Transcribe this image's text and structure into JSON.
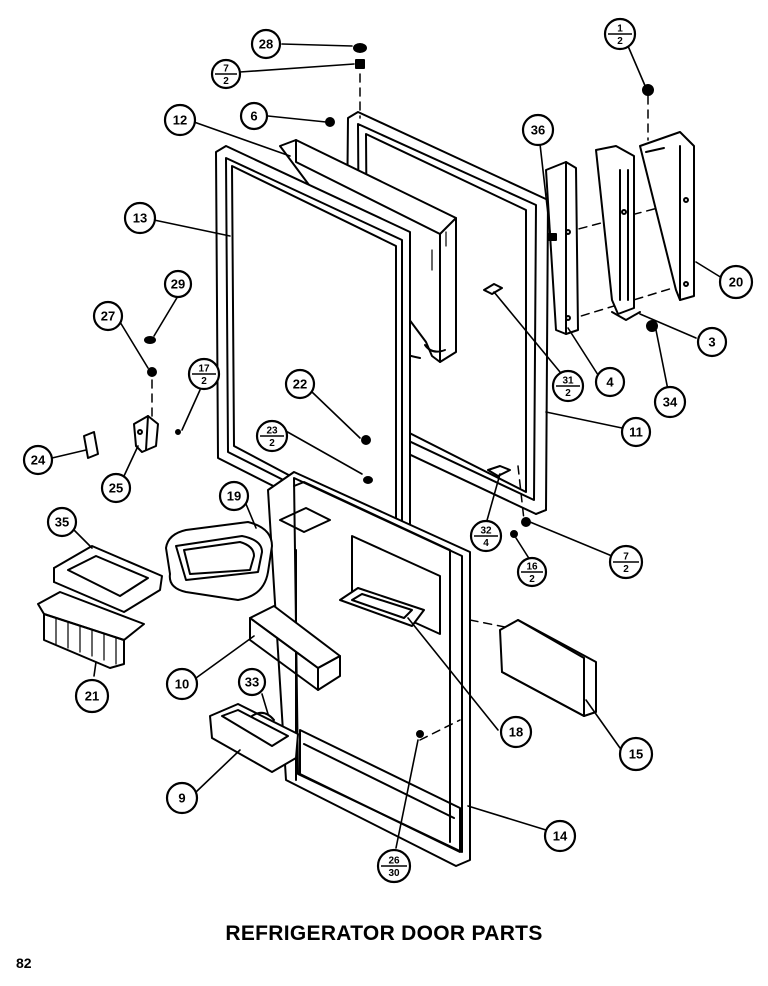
{
  "title": "REFRIGERATOR DOOR PARTS",
  "page_number": "82",
  "callouts": [
    {
      "id": "c28a",
      "label": "28",
      "kind": "num"
    },
    {
      "id": "c7-2-top",
      "num": "7",
      "den": "2",
      "kind": "frac"
    },
    {
      "id": "c6",
      "label": "6",
      "kind": "num"
    },
    {
      "id": "c12",
      "label": "12",
      "kind": "num"
    },
    {
      "id": "c13",
      "label": "13",
      "kind": "num"
    },
    {
      "id": "c36",
      "label": "36",
      "kind": "num"
    },
    {
      "id": "c1-2",
      "num": "1",
      "den": "2",
      "kind": "frac"
    },
    {
      "id": "c20",
      "label": "20",
      "kind": "num"
    },
    {
      "id": "c29",
      "label": "29",
      "kind": "num"
    },
    {
      "id": "c27",
      "label": "27",
      "kind": "num"
    },
    {
      "id": "c17-2",
      "num": "17",
      "den": "2",
      "kind": "frac"
    },
    {
      "id": "c22",
      "label": "22",
      "kind": "num"
    },
    {
      "id": "c3",
      "label": "3",
      "kind": "num"
    },
    {
      "id": "c34",
      "label": "34",
      "kind": "num"
    },
    {
      "id": "c31-2",
      "num": "31",
      "den": "2",
      "kind": "frac"
    },
    {
      "id": "c4",
      "label": "4",
      "kind": "num"
    },
    {
      "id": "c23-2",
      "num": "23",
      "den": "2",
      "kind": "frac"
    },
    {
      "id": "c11",
      "label": "11",
      "kind": "num"
    },
    {
      "id": "c24",
      "label": "24",
      "kind": "num"
    },
    {
      "id": "c25",
      "label": "25",
      "kind": "num"
    },
    {
      "id": "c19",
      "label": "19",
      "kind": "num"
    },
    {
      "id": "c35",
      "label": "35",
      "kind": "num"
    },
    {
      "id": "c32-4",
      "num": "32",
      "den": "4",
      "kind": "frac"
    },
    {
      "id": "c16-2",
      "num": "16",
      "den": "2",
      "kind": "frac"
    },
    {
      "id": "c7-2-bot",
      "num": "7",
      "den": "2",
      "kind": "frac"
    },
    {
      "id": "c21",
      "label": "21",
      "kind": "num"
    },
    {
      "id": "c10",
      "label": "10",
      "kind": "num"
    },
    {
      "id": "c33",
      "label": "33",
      "kind": "num"
    },
    {
      "id": "c18",
      "label": "18",
      "kind": "num"
    },
    {
      "id": "c15",
      "label": "15",
      "kind": "num"
    },
    {
      "id": "c9",
      "label": "9",
      "kind": "num"
    },
    {
      "id": "c14",
      "label": "14",
      "kind": "num"
    },
    {
      "id": "c26-30",
      "num": "26",
      "den": "30",
      "kind": "frac"
    }
  ]
}
